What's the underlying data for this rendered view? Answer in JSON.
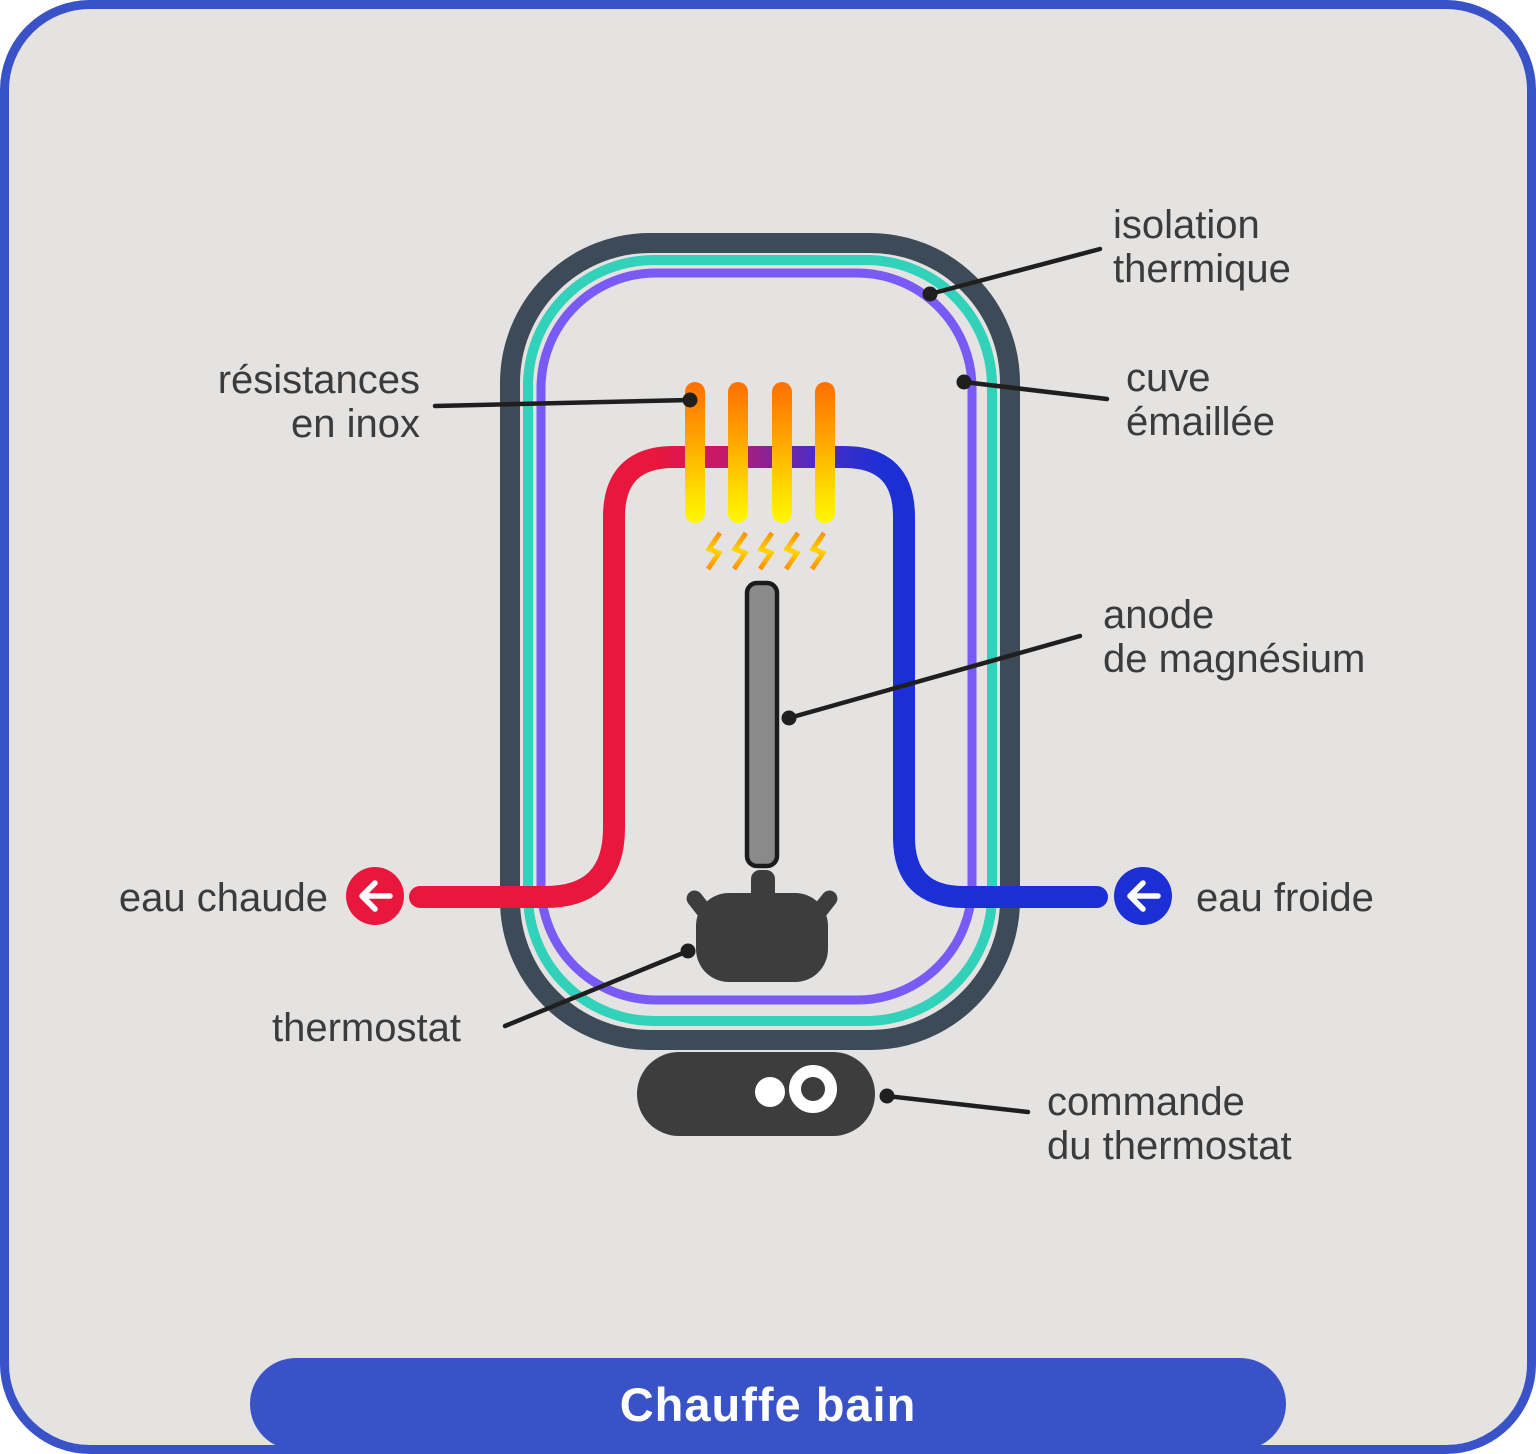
{
  "title": "Chauffe bain",
  "labels": {
    "isolation": {
      "line1": "isolation",
      "line2": "thermique"
    },
    "cuve": {
      "line1": "cuve",
      "line2": "émaillée"
    },
    "resistances": {
      "line1": "résistances",
      "line2": "en inox"
    },
    "anode": {
      "line1": "anode",
      "line2": "de magnésium"
    },
    "eau_chaude": "eau chaude",
    "eau_froide": "eau froide",
    "thermostat": "thermostat",
    "commande": {
      "line1": "commande",
      "line2": "du thermostat"
    }
  },
  "colors": {
    "frame_blue": "#3a52c7",
    "background_gray": "#e4e3e2",
    "shell_slate": "#3d4a57",
    "insulation_teal": "#32d1ba",
    "tank_purple": "#7a5af5",
    "hot_red": "#e9173c",
    "cold_blue": "#1b2fd4",
    "dark_gray": "#3d3d3d",
    "anode_gray": "#8a8a8a",
    "leader_black": "#1f1f1f",
    "title_white": "#ffffff"
  }
}
